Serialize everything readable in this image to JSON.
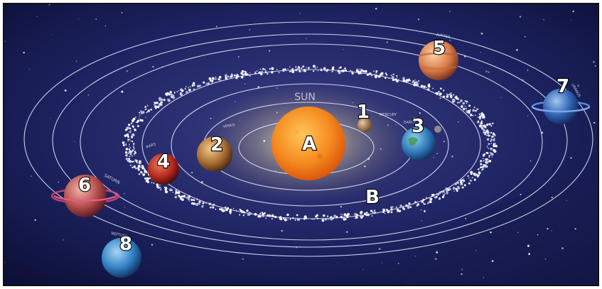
{
  "scene": {
    "colors": {
      "space_center": "#3b3f86",
      "space_edge": "#0b0e33",
      "orbit": "#e9ecff",
      "sun_core": "#ffb13c",
      "sun_edge": "#e35a0a",
      "marker_fill": "#ffffff",
      "marker_stroke": "#000000"
    },
    "sun": {
      "caption": "SUN",
      "marker": "A"
    },
    "asteroid_belt": {
      "marker": "B"
    },
    "planets": [
      {
        "marker": "1",
        "caption": "MERCURY",
        "icon": "mercury-icon"
      },
      {
        "marker": "2",
        "caption": "VENUS",
        "icon": "venus-icon"
      },
      {
        "marker": "3",
        "caption": "EARTH",
        "icon": "earth-icon"
      },
      {
        "marker": "4",
        "caption": "MARS",
        "icon": "mars-icon"
      },
      {
        "marker": "5",
        "caption": "JUPITER",
        "icon": "jupiter-icon"
      },
      {
        "marker": "6",
        "caption": "SATURN",
        "icon": "saturn-icon"
      },
      {
        "marker": "7",
        "caption": "URANUS",
        "icon": "uranus-icon"
      },
      {
        "marker": "8",
        "caption": "NEPTUNE",
        "icon": "neptune-icon"
      }
    ]
  }
}
